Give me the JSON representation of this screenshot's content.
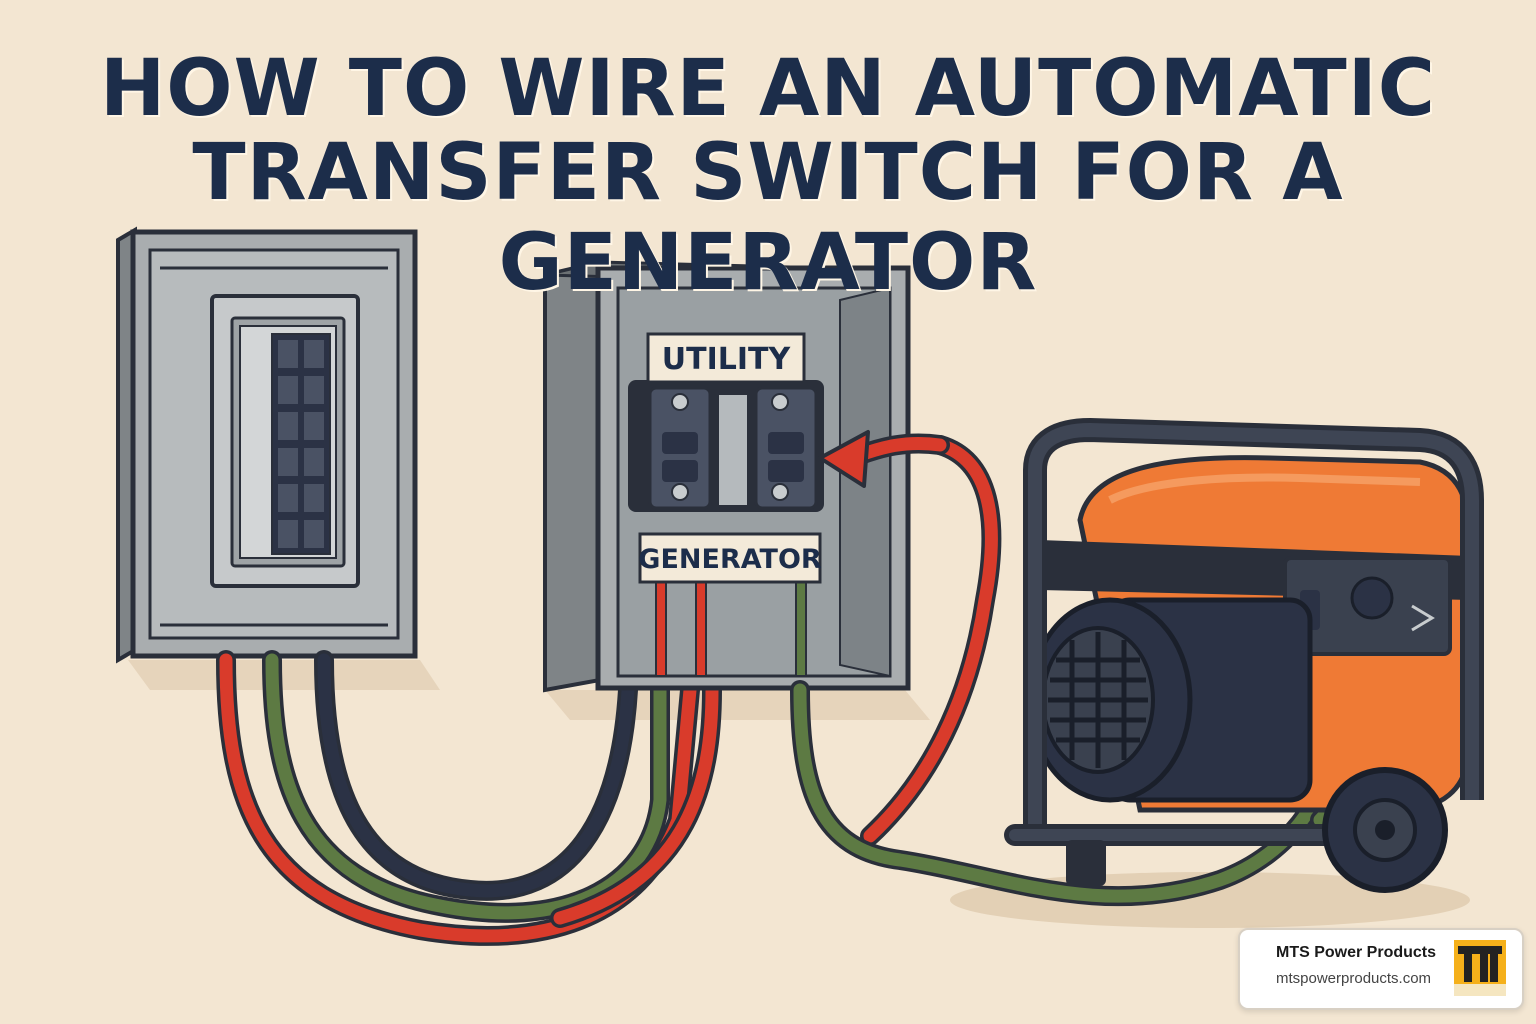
{
  "title": {
    "line1": "HOW TO WIRE AN AUTOMATIC",
    "line2": "TRANSFER SWITCH FOR A GENERATOR"
  },
  "switch_labels": {
    "utility": "UTILITY",
    "generator": "GENERATOR"
  },
  "badge": {
    "name": "MTS Power Products",
    "url": "mtspowerproducts.com",
    "logo_icon": "mts-logo-icon"
  },
  "colors": {
    "background": "#f3e6d2",
    "title": "#1c2d4a",
    "wire_red": "#d93b2b",
    "wire_green": "#5d7a43",
    "wire_black": "#2b3245",
    "panel_gray": "#a9adaf",
    "generator_orange": "#ef7a35",
    "frame_dark": "#2a2f3a"
  }
}
